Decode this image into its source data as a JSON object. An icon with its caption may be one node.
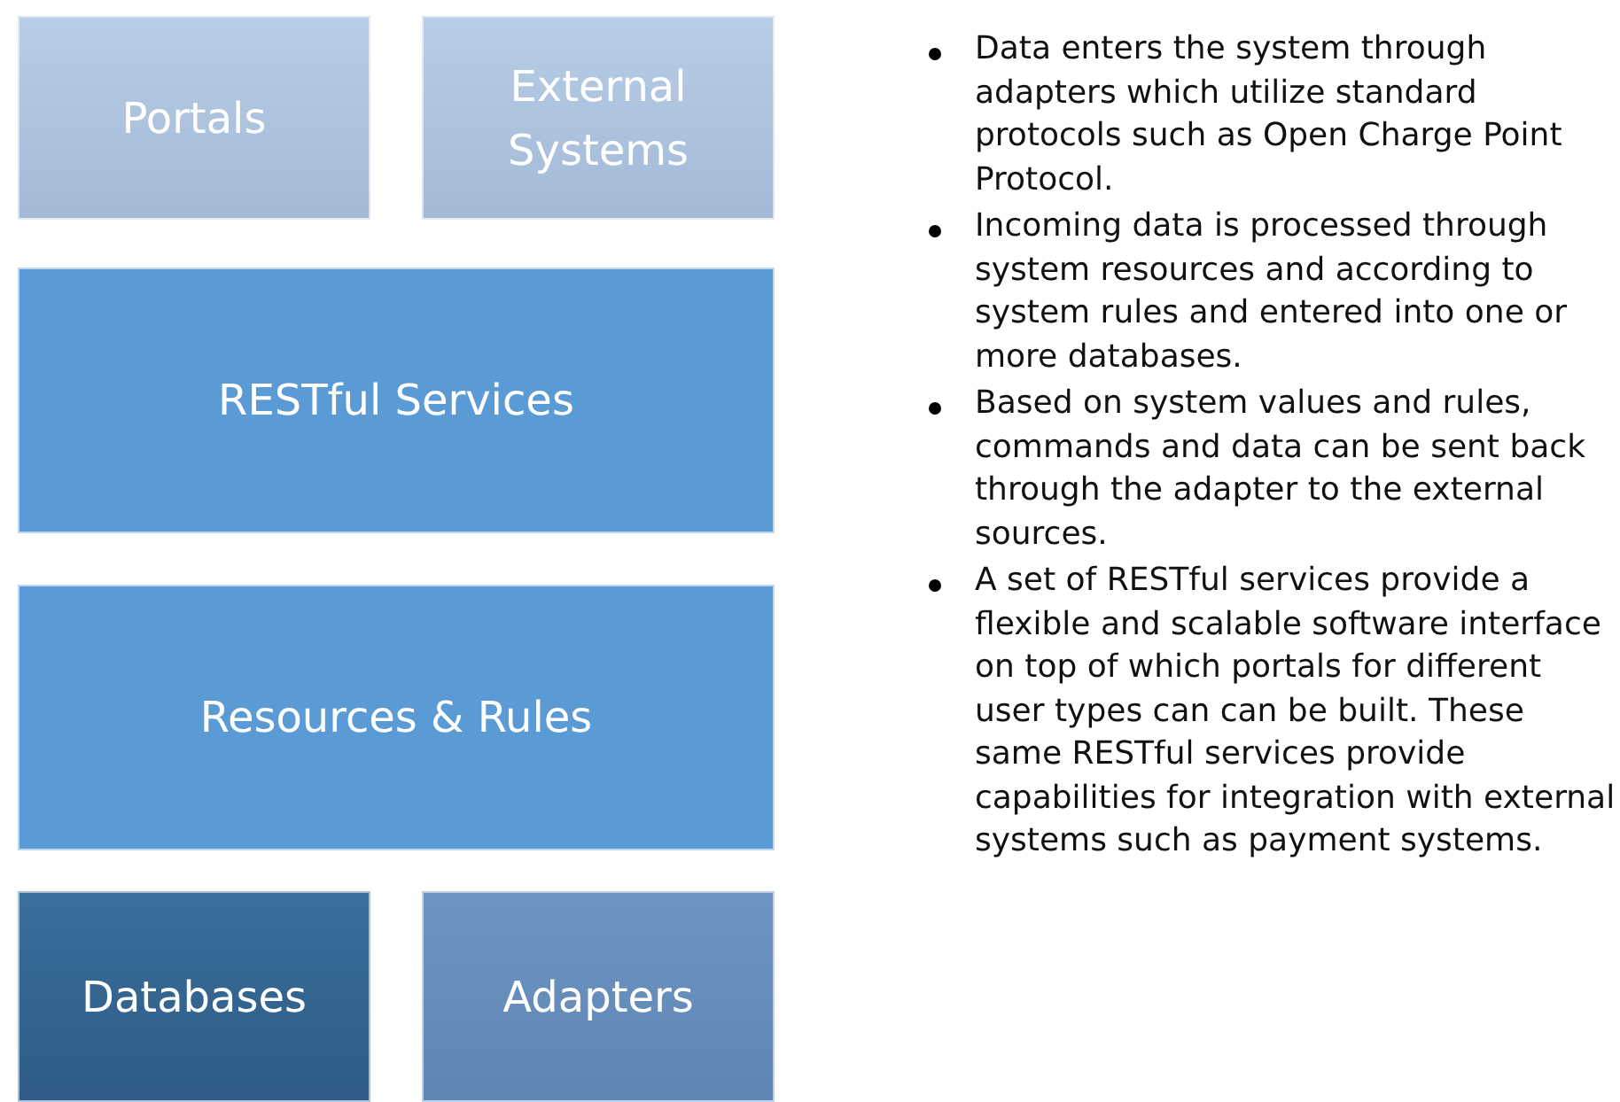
{
  "diagram": {
    "nodes": [
      {
        "text": [
          "Portals"
        ]
      },
      {
        "text": [
          "External Systems"
        ]
      },
      {
        "text": [
          "RESTful Services"
        ]
      },
      {
        "text": [
          "Resources & Rules"
        ]
      },
      {
        "text": [
          "Databases"
        ]
      },
      {
        "text": [
          "Adapters"
        ]
      }
    ],
    "labels": [
      "Data enters the system through adapters which utilize standard protocols such as Open Charge Point Protocol.",
      "Incoming data is processed through system resources and according to system rules and entered into one or more databases.",
      "Based on system values and rules, commands and data can be sent back through the adapter to the external sources.",
      "A set of RESTful services provide a flexible and scalable software interface on top of which portals for different user types can can be built. These same RESTful services provide capabilities for integration with external systems such as payment systems."
    ]
  }
}
